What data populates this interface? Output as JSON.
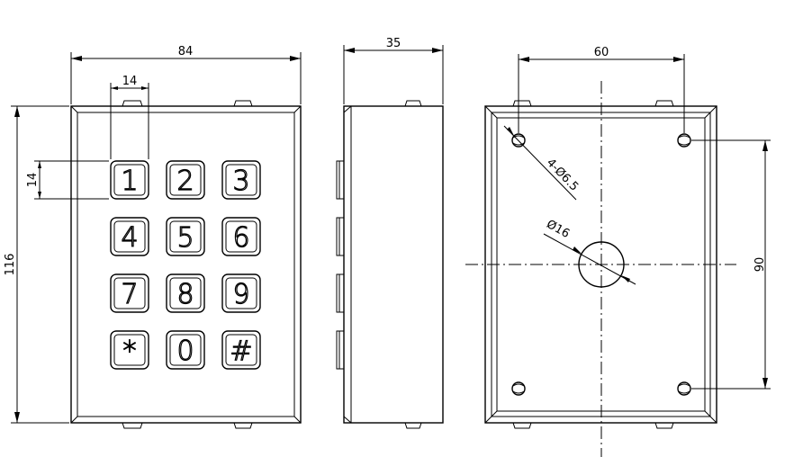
{
  "front_view": {
    "width_dim": "84",
    "height_dim": "116",
    "key_width_dim": "14",
    "key_height_dim": "14",
    "keys": [
      "1",
      "2",
      "3",
      "4",
      "5",
      "6",
      "7",
      "8",
      "9",
      "*",
      "0",
      "#"
    ]
  },
  "side_view": {
    "depth_dim": "35"
  },
  "back_view": {
    "hole_spacing_h_dim": "60",
    "hole_spacing_v_dim": "90",
    "mount_holes_label": "4-Ø6.5",
    "center_hole_label": "Ø16"
  }
}
